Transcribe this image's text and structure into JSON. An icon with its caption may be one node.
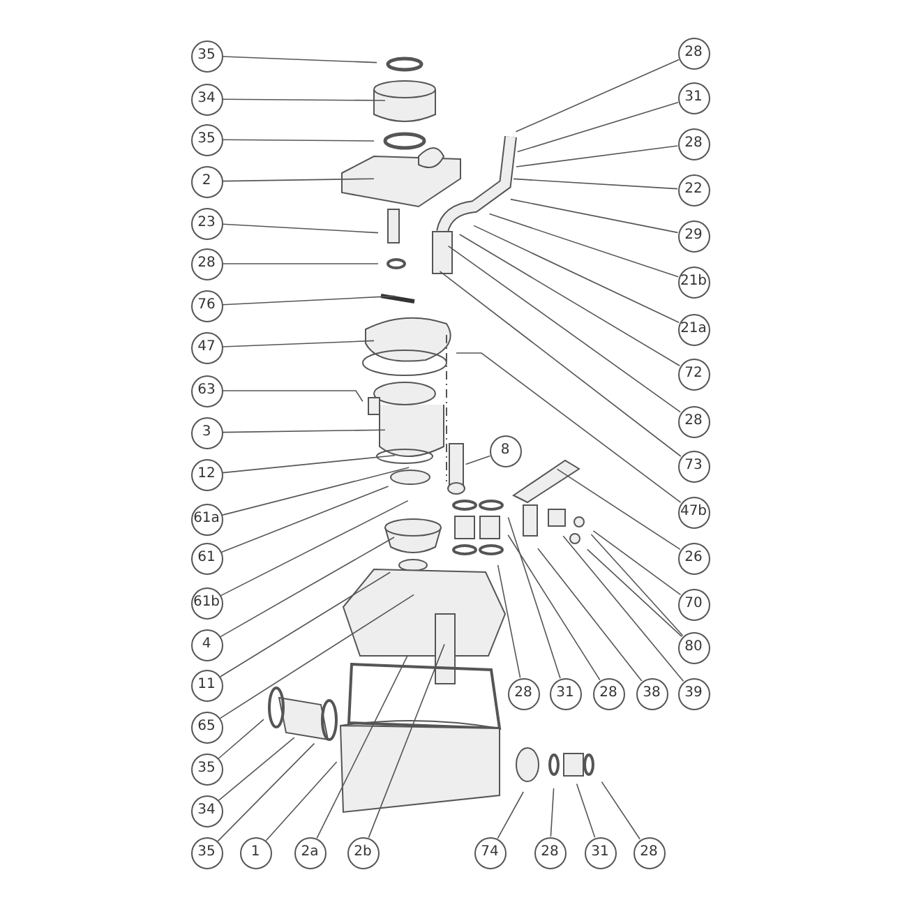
{
  "diagram": {
    "nodes": [
      {
        "text": [
          "35"
        ]
      },
      {
        "text": [
          "34"
        ]
      },
      {
        "text": [
          "35"
        ]
      },
      {
        "text": [
          "2"
        ]
      },
      {
        "text": [
          "23"
        ]
      },
      {
        "text": [
          "28"
        ]
      },
      {
        "text": [
          "76"
        ]
      },
      {
        "text": [
          "47"
        ]
      },
      {
        "text": [
          "63"
        ]
      },
      {
        "text": [
          "3"
        ]
      },
      {
        "text": [
          "12"
        ]
      },
      {
        "text": [
          "61a"
        ]
      },
      {
        "text": [
          "61"
        ]
      },
      {
        "text": [
          "61b"
        ]
      },
      {
        "text": [
          "4"
        ]
      },
      {
        "text": [
          "11"
        ]
      },
      {
        "text": [
          "65"
        ]
      },
      {
        "text": [
          "35"
        ]
      },
      {
        "text": [
          "34"
        ]
      },
      {
        "text": [
          "35"
        ]
      },
      {
        "text": [
          "28"
        ]
      },
      {
        "text": [
          "31"
        ]
      },
      {
        "text": [
          "28"
        ]
      },
      {
        "text": [
          "22"
        ]
      },
      {
        "text": [
          "29"
        ]
      },
      {
        "text": [
          "21b"
        ]
      },
      {
        "text": [
          "21a"
        ]
      },
      {
        "text": [
          "72"
        ]
      },
      {
        "text": [
          "28"
        ]
      },
      {
        "text": [
          "73"
        ]
      },
      {
        "text": [
          "47b"
        ]
      },
      {
        "text": [
          "26"
        ]
      },
      {
        "text": [
          "70"
        ]
      },
      {
        "text": [
          "80"
        ]
      },
      {
        "text": [
          "8"
        ]
      },
      {
        "text": [
          "28"
        ]
      },
      {
        "text": [
          "31"
        ]
      },
      {
        "text": [
          "28"
        ]
      },
      {
        "text": [
          "38"
        ]
      },
      {
        "text": [
          "39"
        ]
      },
      {
        "text": [
          "1"
        ]
      },
      {
        "text": [
          "2a"
        ]
      },
      {
        "text": [
          "2b"
        ]
      },
      {
        "text": [
          "74"
        ]
      },
      {
        "text": [
          "28"
        ]
      },
      {
        "text": [
          "31"
        ]
      },
      {
        "text": [
          "28"
        ]
      }
    ],
    "edges": [
      {
        "from": 0,
        "to": null,
        "arrow": "none"
      },
      {
        "from": 1,
        "to": null,
        "arrow": "none"
      },
      {
        "from": 2,
        "to": null,
        "arrow": "none"
      },
      {
        "from": 3,
        "to": null,
        "arrow": "none"
      },
      {
        "from": 4,
        "to": null,
        "arrow": "none"
      },
      {
        "from": 5,
        "to": null,
        "arrow": "none"
      },
      {
        "from": 6,
        "to": null,
        "arrow": "none"
      },
      {
        "from": 7,
        "to": null,
        "arrow": "none"
      },
      {
        "from": 8,
        "to": null,
        "arrow": "none"
      },
      {
        "from": 9,
        "to": null,
        "arrow": "none"
      },
      {
        "from": 10,
        "to": null,
        "arrow": "none"
      },
      {
        "from": 11,
        "to": null,
        "arrow": "none"
      },
      {
        "from": 12,
        "to": null,
        "arrow": "none"
      },
      {
        "from": 13,
        "to": null,
        "arrow": "none"
      },
      {
        "from": 14,
        "to": null,
        "arrow": "none"
      },
      {
        "from": 15,
        "to": null,
        "arrow": "none"
      },
      {
        "from": 16,
        "to": null,
        "arrow": "none"
      },
      {
        "from": 17,
        "to": null,
        "arrow": "none"
      },
      {
        "from": 18,
        "to": null,
        "arrow": "none"
      },
      {
        "from": 19,
        "to": null,
        "arrow": "none"
      },
      {
        "from": 20,
        "to": null,
        "arrow": "none"
      },
      {
        "from": 21,
        "to": null,
        "arrow": "none"
      },
      {
        "from": 22,
        "to": null,
        "arrow": "none"
      },
      {
        "from": 23,
        "to": null,
        "arrow": "none"
      },
      {
        "from": 24,
        "to": null,
        "arrow": "none"
      },
      {
        "from": 25,
        "to": null,
        "arrow": "none"
      },
      {
        "from": 26,
        "to": null,
        "arrow": "none"
      },
      {
        "from": 27,
        "to": null,
        "arrow": "none"
      },
      {
        "from": 28,
        "to": null,
        "arrow": "none"
      },
      {
        "from": 29,
        "to": null,
        "arrow": "none"
      },
      {
        "from": 30,
        "to": null,
        "arrow": "none"
      },
      {
        "from": 31,
        "to": null,
        "arrow": "none"
      },
      {
        "from": 32,
        "to": null,
        "arrow": "none"
      },
      {
        "from": 33,
        "to": null,
        "arrow": "none"
      },
      {
        "from": 33,
        "to": null,
        "arrow": "none"
      },
      {
        "from": 34,
        "to": null,
        "arrow": "none"
      },
      {
        "from": 35,
        "to": null,
        "arrow": "none"
      },
      {
        "from": 36,
        "to": null,
        "arrow": "none"
      },
      {
        "from": 37,
        "to": null,
        "arrow": "none"
      },
      {
        "from": 38,
        "to": null,
        "arrow": "none"
      },
      {
        "from": 39,
        "to": null,
        "arrow": "none"
      },
      {
        "from": 40,
        "to": null,
        "arrow": "none"
      },
      {
        "from": 41,
        "to": null,
        "arrow": "none"
      },
      {
        "from": 42,
        "to": null,
        "arrow": "none"
      },
      {
        "from": 43,
        "to": null,
        "arrow": "none"
      },
      {
        "from": 44,
        "to": null,
        "arrow": "none"
      },
      {
        "from": 45,
        "to": null,
        "arrow": "none"
      },
      {
        "from": 46,
        "to": null,
        "arrow": "none"
      }
    ]
  }
}
